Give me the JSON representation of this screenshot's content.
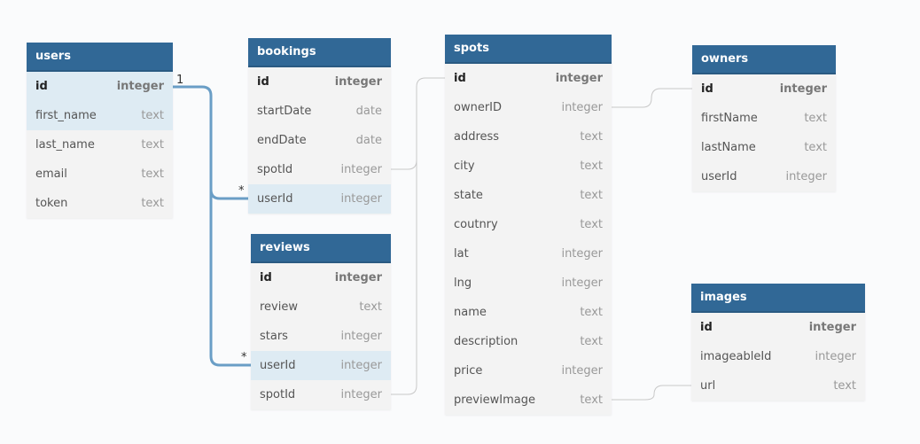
{
  "colors": {
    "header": "#316896",
    "highlight": "#deebf3",
    "active_link": "#6a9ec6",
    "link": "#c8c8c8"
  },
  "tables": {
    "users": {
      "name": "users",
      "columns": [
        {
          "name": "id",
          "type": "integer",
          "pk": true
        },
        {
          "name": "first_name",
          "type": "text"
        },
        {
          "name": "last_name",
          "type": "text"
        },
        {
          "name": "email",
          "type": "text"
        },
        {
          "name": "token",
          "type": "text"
        }
      ]
    },
    "bookings": {
      "name": "bookings",
      "columns": [
        {
          "name": "id",
          "type": "integer",
          "pk": true
        },
        {
          "name": "startDate",
          "type": "date"
        },
        {
          "name": "endDate",
          "type": "date"
        },
        {
          "name": "spotId",
          "type": "integer"
        },
        {
          "name": "userId",
          "type": "integer"
        }
      ]
    },
    "reviews": {
      "name": "reviews",
      "columns": [
        {
          "name": "id",
          "type": "integer",
          "pk": true
        },
        {
          "name": "review",
          "type": "text"
        },
        {
          "name": "stars",
          "type": "integer"
        },
        {
          "name": "userId",
          "type": "integer"
        },
        {
          "name": "spotId",
          "type": "integer"
        }
      ]
    },
    "spots": {
      "name": "spots",
      "columns": [
        {
          "name": "id",
          "type": "integer",
          "pk": true
        },
        {
          "name": "ownerID",
          "type": "integer"
        },
        {
          "name": "address",
          "type": "text"
        },
        {
          "name": "city",
          "type": "text"
        },
        {
          "name": "state",
          "type": "text"
        },
        {
          "name": "coutnry",
          "type": "text"
        },
        {
          "name": "lat",
          "type": "integer"
        },
        {
          "name": "lng",
          "type": "integer"
        },
        {
          "name": "name",
          "type": "text"
        },
        {
          "name": "description",
          "type": "text"
        },
        {
          "name": "price",
          "type": "integer"
        },
        {
          "name": "previewImage",
          "type": "text"
        }
      ]
    },
    "owners": {
      "name": "owners",
      "columns": [
        {
          "name": "id",
          "type": "integer",
          "pk": true
        },
        {
          "name": "firstName",
          "type": "text"
        },
        {
          "name": "lastName",
          "type": "text"
        },
        {
          "name": "userId",
          "type": "integer"
        }
      ]
    },
    "images": {
      "name": "images",
      "columns": [
        {
          "name": "id",
          "type": "integer",
          "pk": true
        },
        {
          "name": "imageableId",
          "type": "integer"
        },
        {
          "name": "url",
          "type": "text"
        }
      ]
    }
  },
  "relations": {
    "users_bookings": {
      "from_card": "1",
      "to_card": "*"
    },
    "users_reviews": {
      "to_card": "*"
    }
  }
}
